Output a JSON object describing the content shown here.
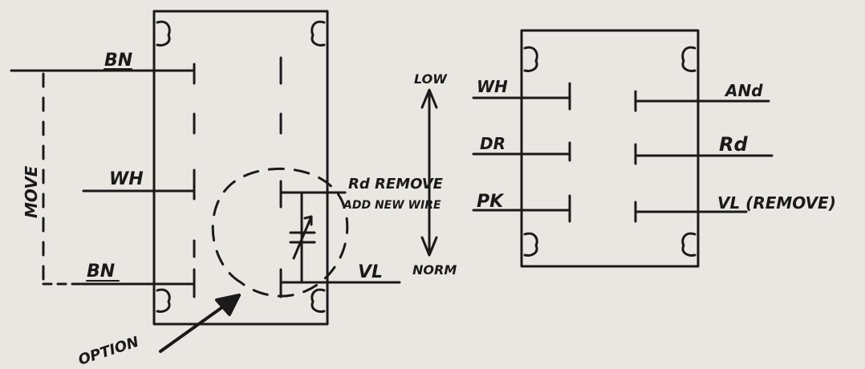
{
  "left_block": {
    "labels": {
      "bn_top": "BN",
      "wh": "WH",
      "bn_bottom": "BN",
      "move": "MOVE",
      "rd_remove": "Rd REMOVE",
      "add_new_wire": "ADD NEW WIRE",
      "vl": "VL",
      "low": "LOW",
      "norm": "NORM",
      "option": "OPTION"
    }
  },
  "right_block": {
    "labels": {
      "wh": "WH",
      "dr": "DR",
      "pk": "PK",
      "and": "ANd",
      "rd": "Rd",
      "vl_remove": "VL (REMOVE)"
    }
  }
}
